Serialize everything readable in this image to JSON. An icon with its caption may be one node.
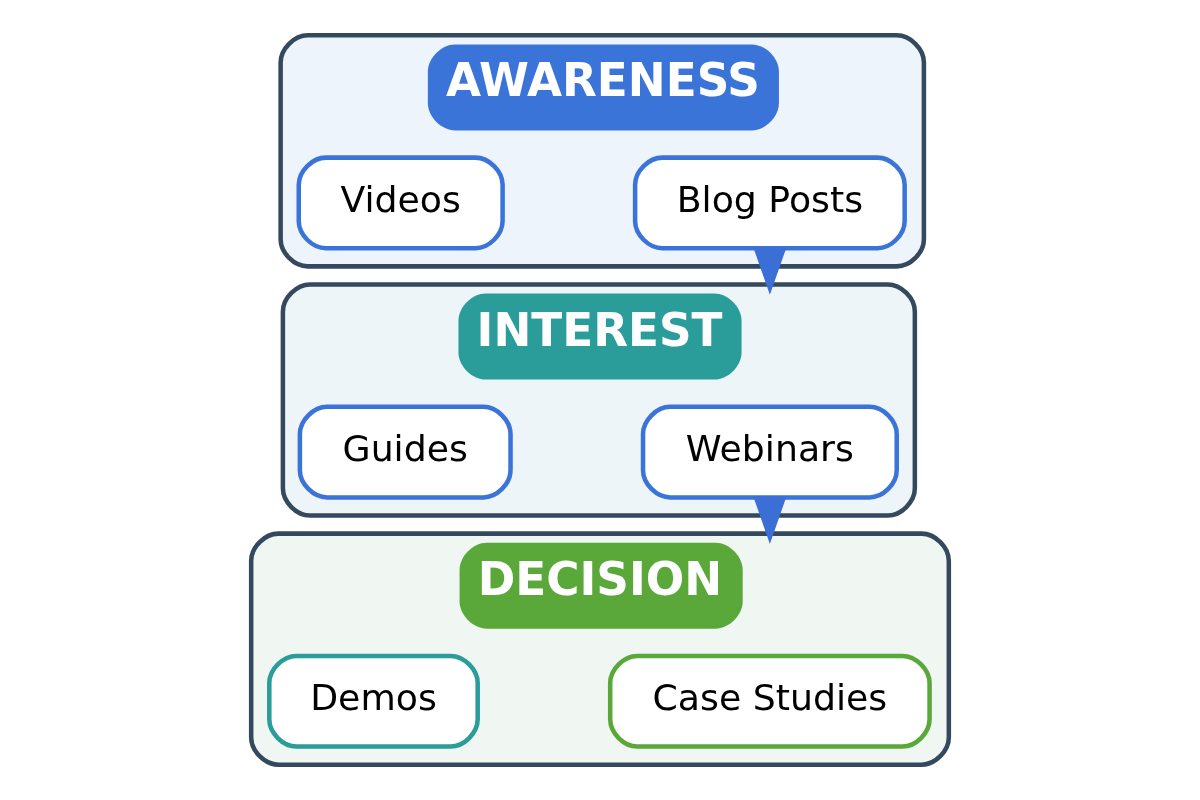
{
  "diagram": {
    "nodes": [
      {
        "text": [
          "AWARENESS"
        ]
      },
      {
        "text": [
          "Blog Posts"
        ],
        "in": 0
      },
      {
        "text": [
          "Videos"
        ],
        "in": 0
      },
      {
        "text": [
          "INTEREST"
        ]
      },
      {
        "text": [
          "Webinars"
        ],
        "in": 3
      },
      {
        "text": [
          "Guides"
        ],
        "in": 3
      },
      {
        "text": [
          "DECISION"
        ]
      },
      {
        "text": [
          "Case Studies"
        ],
        "in": 6
      },
      {
        "text": [
          "Demos"
        ],
        "in": 6
      }
    ],
    "edges": [
      {
        "from": 0,
        "to": 3,
        "arrow": "to",
        "color": "#3b6fd6"
      },
      {
        "from": 3,
        "to": 6,
        "arrow": "to",
        "color": "#3b6fd6"
      }
    ]
  }
}
